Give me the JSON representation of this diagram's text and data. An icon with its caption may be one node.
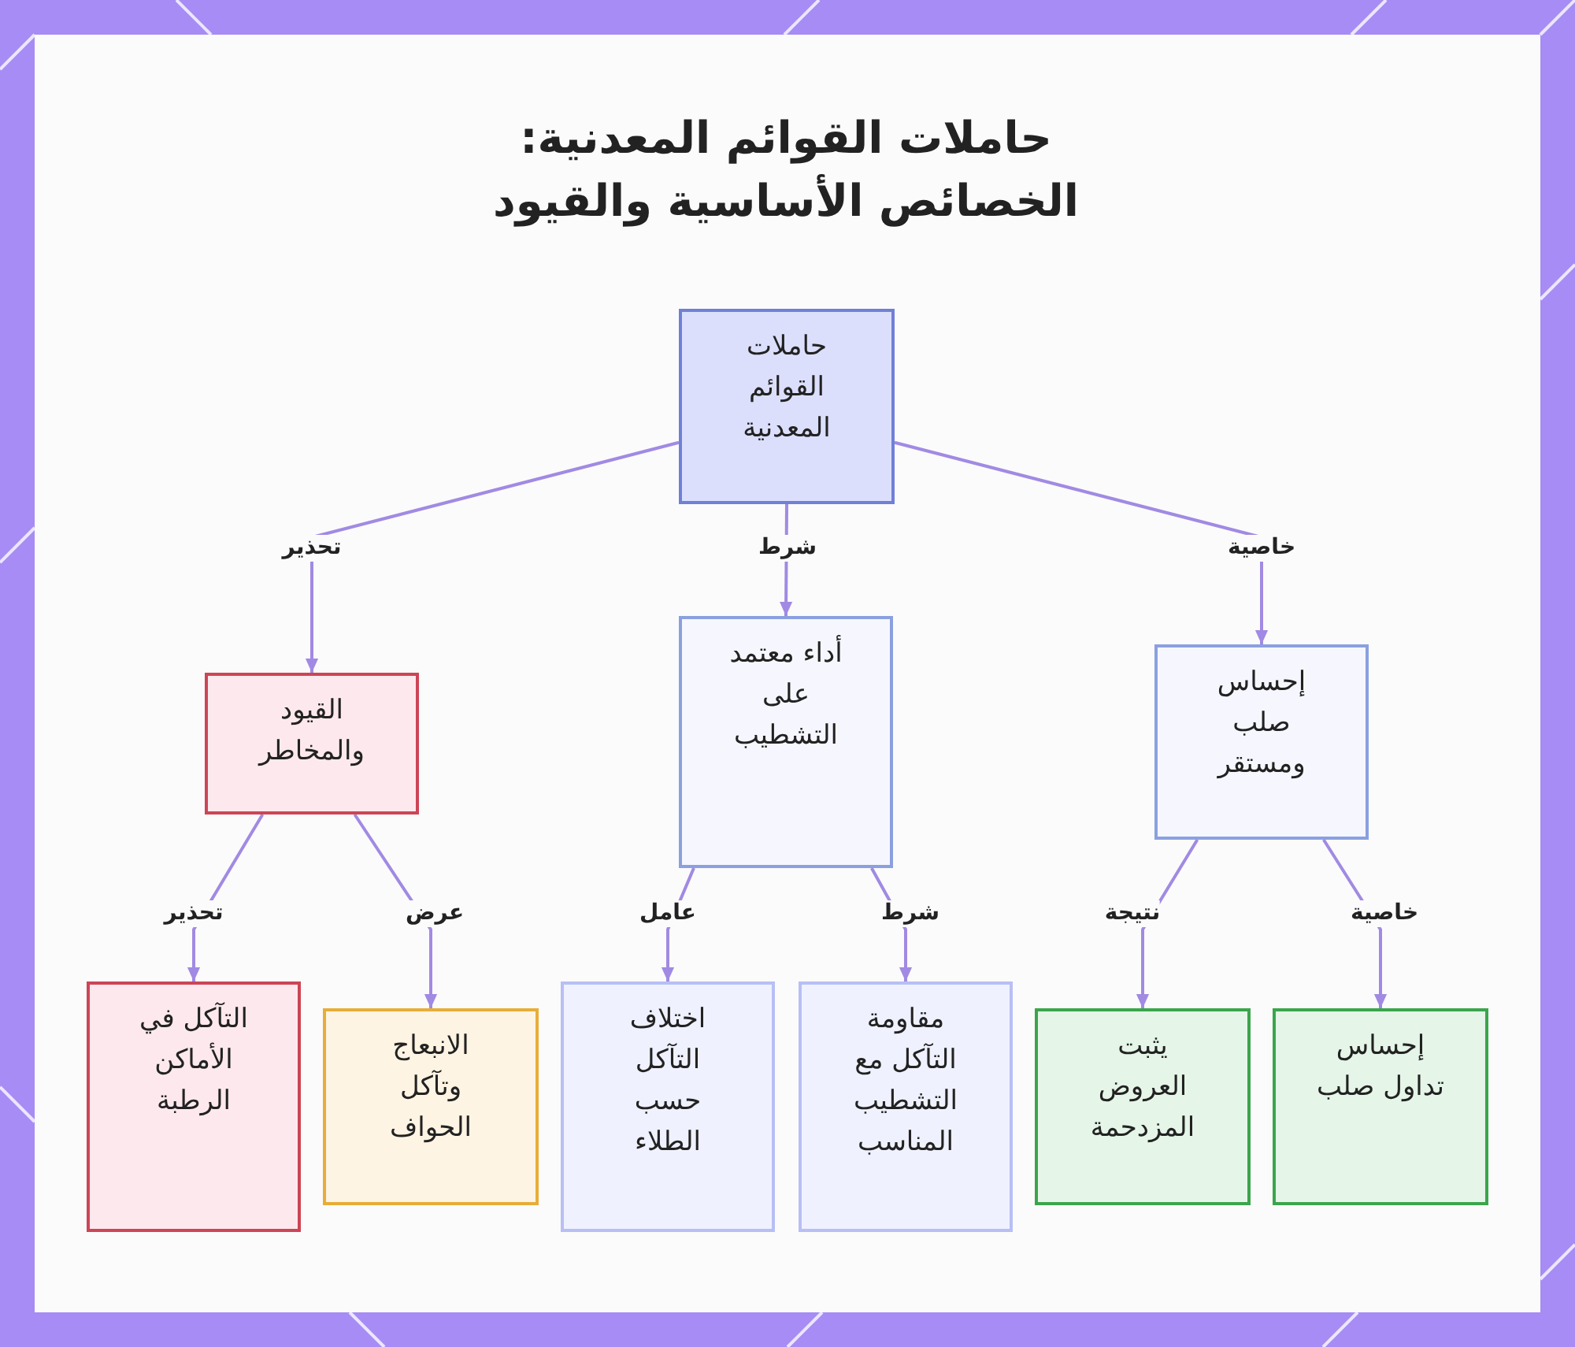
{
  "diagram": {
    "title": "حاملات القوائم المعدنية: الخصائص الأساسية والقيود",
    "nodes": [
      {
        "text": [
          "حاملات القوائم المعدنية"
        ]
      },
      {
        "text": [
          "القيود والمخاطر"
        ]
      },
      {
        "text": [
          "أداء معتمد على التشطيب"
        ]
      },
      {
        "text": [
          "إحساس صلب ومستقر"
        ]
      },
      {
        "text": [
          "التآكل في الأماكن الرطبة"
        ]
      },
      {
        "text": [
          "الانبعاج وتآكل الحواف"
        ]
      },
      {
        "text": [
          "اختلاف التآكل حسب الطلاء"
        ]
      },
      {
        "text": [
          "مقاومة التآكل مع التشطيب المناسب"
        ]
      },
      {
        "text": [
          "يثبت العروض المزدحمة"
        ]
      },
      {
        "text": [
          "إحساس تداول صلب"
        ]
      }
    ],
    "edges": [
      {
        "from": 0,
        "to": 1,
        "arrow": "to",
        "label": "تحذير"
      },
      {
        "from": 0,
        "to": 2,
        "arrow": "to",
        "label": "شرط"
      },
      {
        "from": 0,
        "to": 3,
        "arrow": "to",
        "label": "خاصية"
      },
      {
        "from": 1,
        "to": 4,
        "arrow": "to",
        "label": "تحذير"
      },
      {
        "from": 1,
        "to": 5,
        "arrow": "to",
        "label": "عرض"
      },
      {
        "from": 2,
        "to": 6,
        "arrow": "to",
        "label": "عامل"
      },
      {
        "from": 2,
        "to": 7,
        "arrow": "to",
        "label": "شرط"
      },
      {
        "from": 3,
        "to": 8,
        "arrow": "to",
        "label": "نتيجة"
      },
      {
        "from": 3,
        "to": 9,
        "arrow": "to",
        "label": "خاصية"
      }
    ]
  }
}
